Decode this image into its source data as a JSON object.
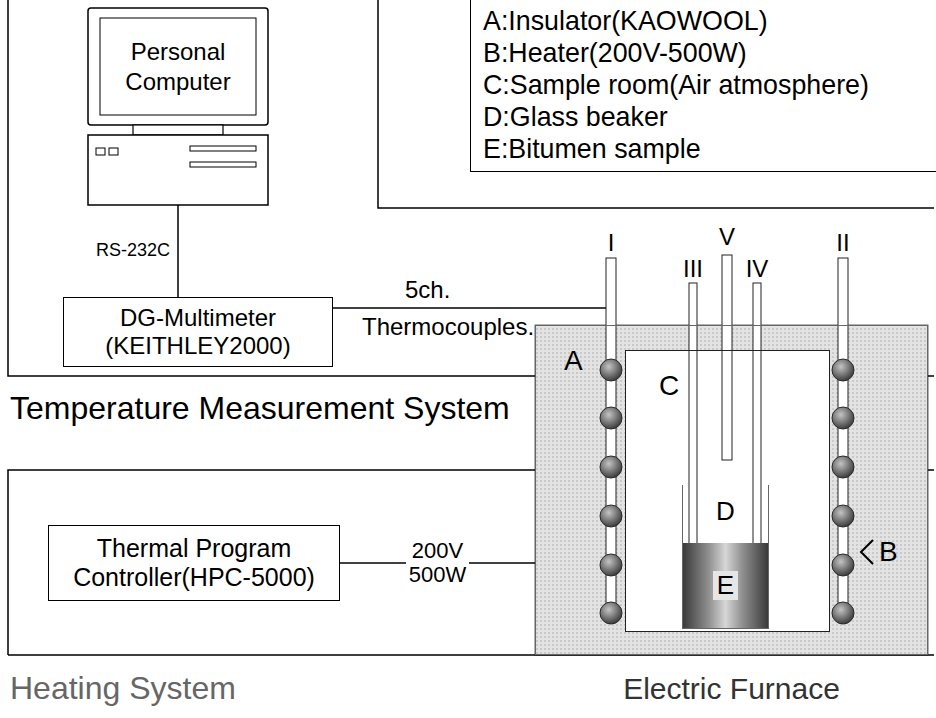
{
  "diagram": {
    "nodes": [
      {
        "text": [
          "A:Insulator(KAOWOOL)",
          "B:Heater(200V-500W)",
          "C:Sample room(Air atmosphere)",
          "D:Glass beaker",
          "E:Bitumen sample"
        ]
      },
      {
        "text": [
          "Temperature Measurement System"
        ]
      },
      {
        "text": [
          "Personal Computer"
        ],
        "in": 1
      },
      {
        "text": [
          "DG-Multimeter (KEITHLEY2000)"
        ],
        "in": 1
      },
      {
        "text": [
          "Heating System"
        ]
      },
      {
        "text": [
          "Thermal Program Controller(HPC-5000)"
        ],
        "in": 4
      },
      {
        "text": [
          "A",
          "Electric Furnace"
        ]
      },
      {
        "text": [
          "C"
        ],
        "in": 6
      },
      {
        "text": [
          "D"
        ],
        "in": 7
      },
      {
        "text": [
          "E"
        ],
        "in": 8
      }
    ],
    "edges": [
      {
        "from": 2,
        "to": 3,
        "arrow": "none",
        "label": "RS-232C"
      },
      {
        "from": 5,
        "to": 6,
        "arrow": "none",
        "label": "200V 500W"
      }
    ],
    "labels": [
      "I",
      "III",
      "V",
      "IV",
      "II",
      "5ch.",
      "Thermocouples.",
      "B"
    ]
  }
}
